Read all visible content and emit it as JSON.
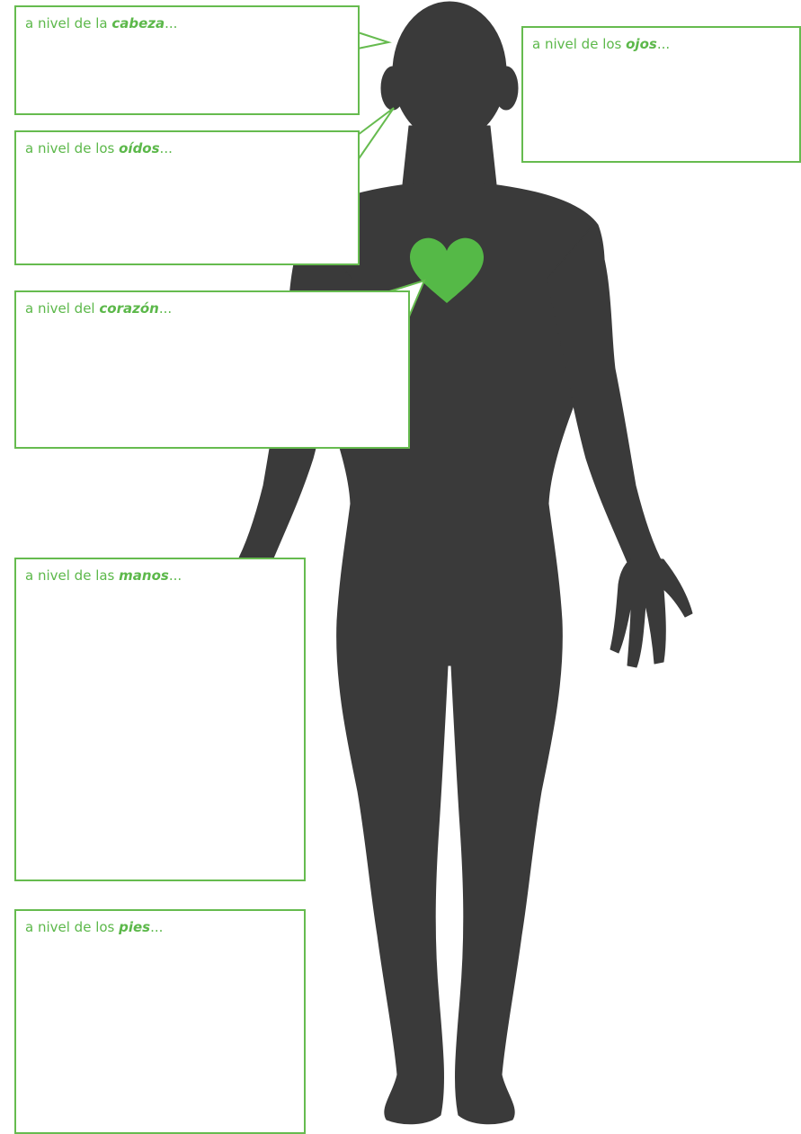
{
  "colors": {
    "silhouette": "#3a3a3a",
    "accent": "#5cb84a",
    "heart": "#55b947",
    "background": "#ffffff"
  },
  "icons": {
    "figure": "human-body-silhouette-icon",
    "heart": "heart-icon"
  },
  "boxes": [
    {
      "id": "cabeza",
      "prefix": "a nivel de la ",
      "emphasis": "cabeza",
      "suffix": "..."
    },
    {
      "id": "ojos",
      "prefix": "a nivel de los ",
      "emphasis": "ojos",
      "suffix": "..."
    },
    {
      "id": "oidos",
      "prefix": "a nivel de los ",
      "emphasis": "oídos",
      "suffix": "..."
    },
    {
      "id": "corazon",
      "prefix": "a nivel del ",
      "emphasis": "corazón",
      "suffix": "..."
    },
    {
      "id": "manos",
      "prefix": "a nivel de las ",
      "emphasis": "manos",
      "suffix": "..."
    },
    {
      "id": "pies",
      "prefix": "a nivel de los ",
      "emphasis": "pies",
      "suffix": "..."
    }
  ]
}
